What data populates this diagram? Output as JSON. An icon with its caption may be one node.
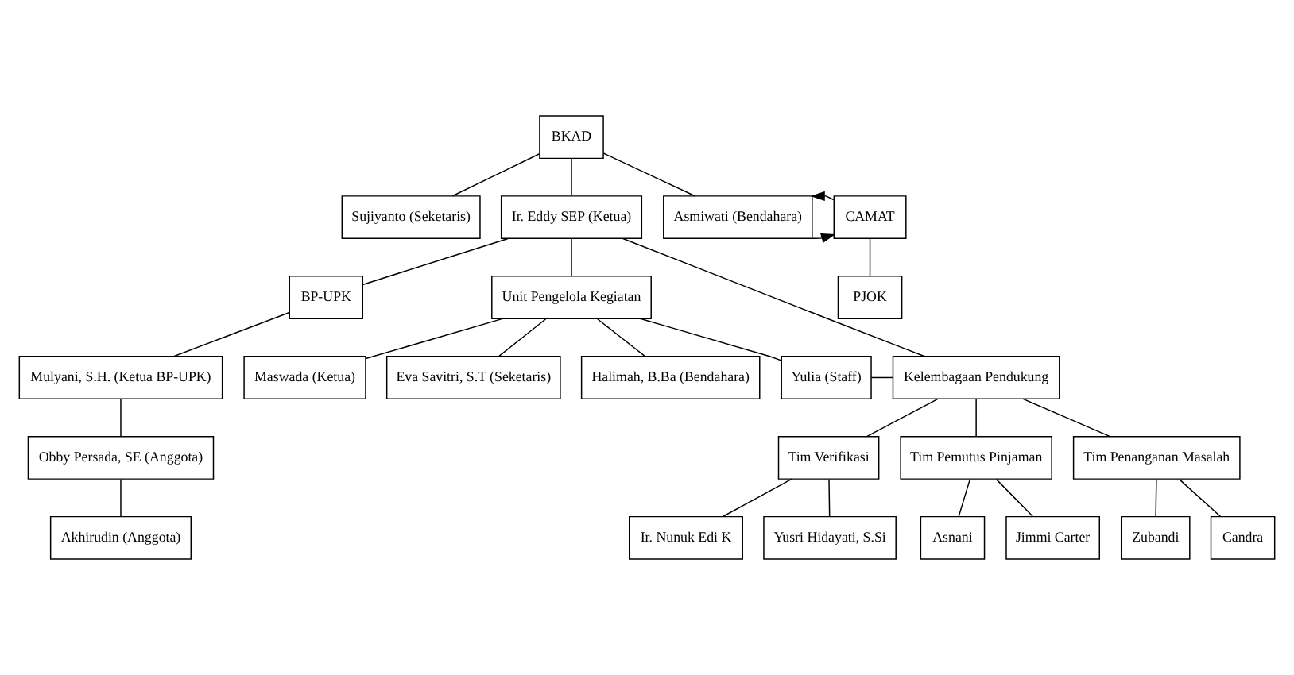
{
  "diagram": {
    "nodes": [
      {
        "text": [
          "BKAD"
        ]
      },
      {
        "text": [
          "Sujiyanto (Seketaris)"
        ]
      },
      {
        "text": [
          "Ir. Eddy SEP (Ketua)"
        ]
      },
      {
        "text": [
          "Asmiwati (Bendahara)"
        ]
      },
      {
        "text": [
          "CAMAT"
        ]
      },
      {
        "text": [
          "PJOK"
        ]
      },
      {
        "text": [
          "BP-UPK"
        ]
      },
      {
        "text": [
          "Unit Pengelola Kegiatan"
        ]
      },
      {
        "text": [
          "Mulyani, S.H. (Ketua BP-UPK)"
        ]
      },
      {
        "text": [
          "Obby Persada, SE (Anggota)"
        ]
      },
      {
        "text": [
          "Akhirudin (Anggota)"
        ]
      },
      {
        "text": [
          "Maswada (Ketua)"
        ]
      },
      {
        "text": [
          "Eva Savitri, S.T (Seketaris)"
        ]
      },
      {
        "text": [
          "Halimah, B.Ba (Bendahara)"
        ]
      },
      {
        "text": [
          "Yulia (Staff)"
        ]
      },
      {
        "text": [
          "Kelembagaan Pendukung"
        ]
      },
      {
        "text": [
          "Tim Verifikasi"
        ]
      },
      {
        "text": [
          "Tim Pemutus Pinjaman"
        ]
      },
      {
        "text": [
          "Tim Penanganan Masalah"
        ]
      },
      {
        "text": [
          "Ir. Nunuk Edi K"
        ]
      },
      {
        "text": [
          "Yusri Hidayati, S.Si"
        ]
      },
      {
        "text": [
          "Asnani"
        ]
      },
      {
        "text": [
          "Jimmi Carter"
        ]
      },
      {
        "text": [
          "Zubandi"
        ]
      },
      {
        "text": [
          "Candra"
        ]
      }
    ],
    "edges": [
      {
        "from": 0,
        "to": 1,
        "arrow": "none"
      },
      {
        "from": 0,
        "to": 2,
        "arrow": "none"
      },
      {
        "from": 0,
        "to": 3,
        "arrow": "none"
      },
      {
        "from": 3,
        "to": 4,
        "arrow": "to"
      },
      {
        "from": 4,
        "to": 3,
        "arrow": "to"
      },
      {
        "from": 4,
        "to": 5,
        "arrow": "none"
      },
      {
        "from": 2,
        "to": 6,
        "arrow": "none"
      },
      {
        "from": 2,
        "to": 7,
        "arrow": "none"
      },
      {
        "from": 2,
        "to": 15,
        "arrow": "none"
      },
      {
        "from": 6,
        "to": 8,
        "arrow": "none"
      },
      {
        "from": 8,
        "to": 9,
        "arrow": "none"
      },
      {
        "from": 9,
        "to": 10,
        "arrow": "none"
      },
      {
        "from": 7,
        "to": 11,
        "arrow": "none"
      },
      {
        "from": 7,
        "to": 12,
        "arrow": "none"
      },
      {
        "from": 7,
        "to": 13,
        "arrow": "none"
      },
      {
        "from": 7,
        "to": 14,
        "arrow": "none"
      },
      {
        "from": 14,
        "to": 15,
        "arrow": "none"
      },
      {
        "from": 15,
        "to": 16,
        "arrow": "none"
      },
      {
        "from": 15,
        "to": 17,
        "arrow": "none"
      },
      {
        "from": 15,
        "to": 18,
        "arrow": "none"
      },
      {
        "from": 16,
        "to": 19,
        "arrow": "none"
      },
      {
        "from": 16,
        "to": 20,
        "arrow": "none"
      },
      {
        "from": 17,
        "to": 21,
        "arrow": "none"
      },
      {
        "from": 17,
        "to": 22,
        "arrow": "none"
      },
      {
        "from": 18,
        "to": 23,
        "arrow": "none"
      },
      {
        "from": 18,
        "to": 24,
        "arrow": "none"
      }
    ]
  }
}
